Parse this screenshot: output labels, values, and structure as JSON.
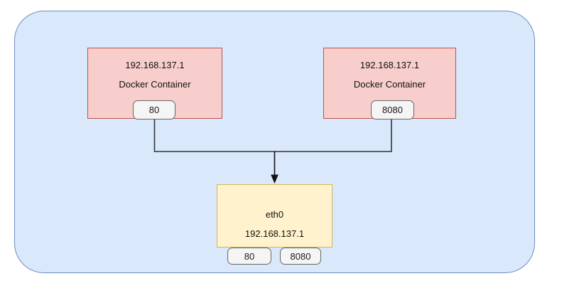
{
  "diagram": {
    "type": "network-diagram",
    "containers": [
      {
        "ip": "192.168.137.1",
        "label": "Docker Container",
        "port": "80"
      },
      {
        "ip": "192.168.137.1",
        "label": "Docker Container",
        "port": "8080"
      }
    ],
    "interface": {
      "name": "eth0",
      "ip": "192.168.137.1",
      "ports": [
        "80",
        "8080"
      ]
    },
    "colors": {
      "host_boundary_fill": "#dae8fc",
      "host_boundary_stroke": "#6c8ebf",
      "container_fill": "#f8cecc",
      "container_stroke": "#b85450",
      "interface_fill": "#fff2cc",
      "interface_stroke": "#d6b656",
      "port_badge_fill": "#f5f5f5",
      "port_badge_stroke": "#666666",
      "connector_line": "#333333"
    }
  }
}
